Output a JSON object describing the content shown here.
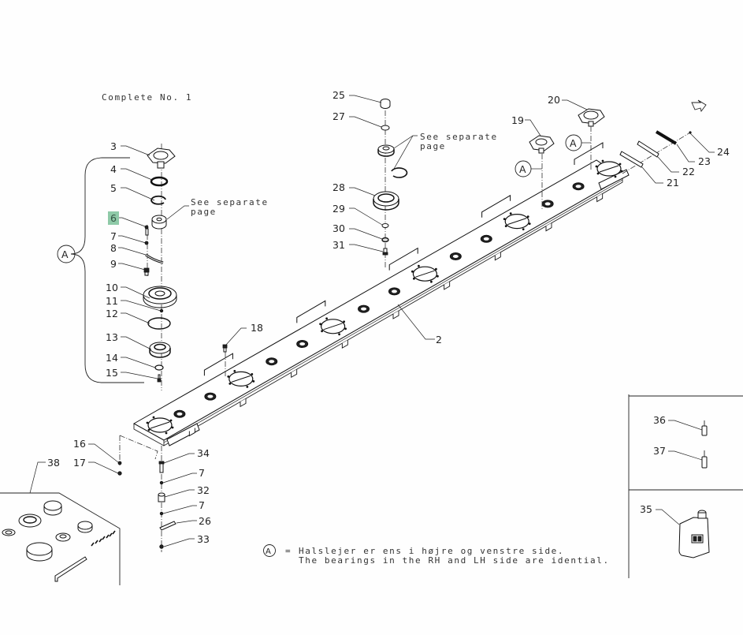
{
  "title": "Complete No. 1",
  "highlight_color": "#8fcaa8",
  "highlighted_callout": "6",
  "callouts": {
    "c2": "2",
    "c3": "3",
    "c4": "4",
    "c5": "5",
    "c6": "6",
    "c7a": "7",
    "c8": "8",
    "c9": "9",
    "c10": "10",
    "c11": "11",
    "c12": "12",
    "c13": "13",
    "c14": "14",
    "c15": "15",
    "c16": "16",
    "c17": "17",
    "c18": "18",
    "c19": "19",
    "c20": "20",
    "c21": "21",
    "c22": "22",
    "c23": "23",
    "c24": "24",
    "c25": "25",
    "c26": "26",
    "c27": "27",
    "c28": "28",
    "c29": "29",
    "c30": "30",
    "c31": "31",
    "c32": "32",
    "c33": "33",
    "c34": "34",
    "c7b": "7",
    "c7c": "7",
    "c35": "35",
    "c36": "36",
    "c37": "37",
    "c38": "38"
  },
  "notes": {
    "see_separate_1": "See separate",
    "see_separate_1b": "page",
    "see_separate_2": "See separate",
    "see_separate_2b": "page"
  },
  "group_marker": "A",
  "legend": {
    "marker": "A",
    "equals": "=",
    "line_da": "Halslejer er ens i højre og venstre side.",
    "line_en": "The bearings in the RH and LH side are idential."
  }
}
